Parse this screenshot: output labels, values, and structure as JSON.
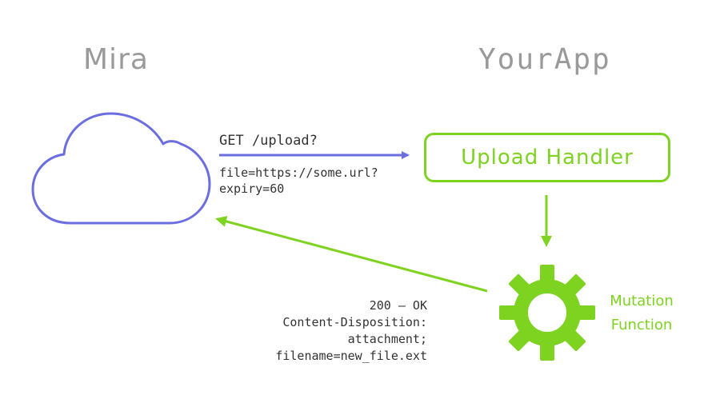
{
  "titles": {
    "left": "Mira",
    "right": "YourApp"
  },
  "request": {
    "line": "GET /upload?",
    "params": [
      "file=https://some.url?",
      "expiry=60"
    ]
  },
  "handler": {
    "label": "Upload Handler"
  },
  "mutation": {
    "label_lines": [
      "Mutation",
      "Function"
    ]
  },
  "response": {
    "lines": [
      "200 – OK",
      "Content-Disposition:",
      "attachment;",
      "filename=new_file.ext"
    ]
  },
  "icons": {
    "left_node": "cloud-icon",
    "mutation_node": "gear-icon"
  },
  "colors": {
    "cloud": "#6b6ee0",
    "request_arrow": "#6b6ee0",
    "accent_green": "#7ed321",
    "title_gray": "#9a9a9a",
    "text_dark": "#333333"
  }
}
